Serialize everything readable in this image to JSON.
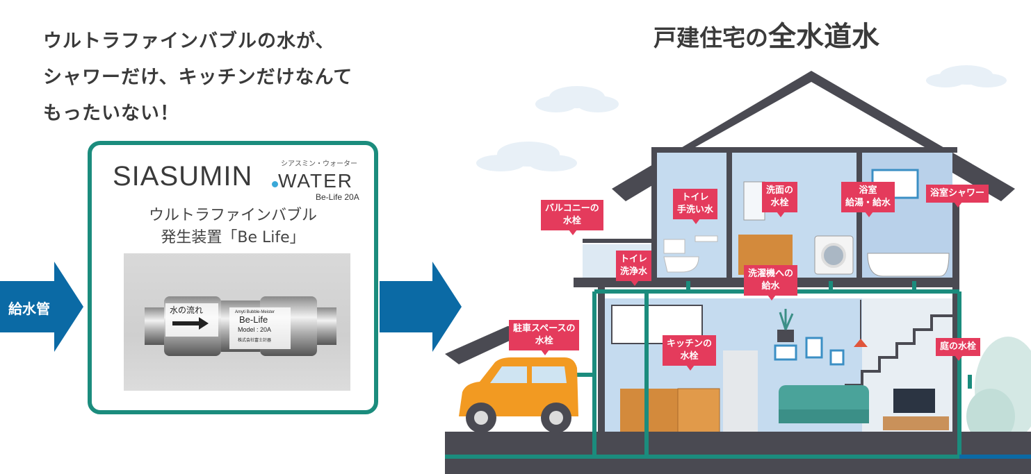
{
  "headline": {
    "line1": "ウルトラファインバブルの水が、",
    "line2": "シャワーだけ、キッチンだけなんて",
    "line3": "もったいない！"
  },
  "title_right": {
    "prefix": "戸建住宅の",
    "emphasis": "全水道水"
  },
  "inlet_label": "給水管",
  "device": {
    "brand": "SIASUMIN",
    "brand_kana": "シアスミン・ウォーター",
    "brand_water": "WATER",
    "model": "Be-Life 20A",
    "desc_line1": "ウルトラファインバブル",
    "desc_line2": "発生装置「Be Life」",
    "photo": {
      "flow_label": "水の流れ",
      "maker_small": "Amyti Bubble-Meister",
      "name": "Be-Life",
      "model": "Model : 20A",
      "company": "株式会社富士計器"
    }
  },
  "callouts": {
    "balcony": [
      "バルコニーの",
      "水栓"
    ],
    "toilet_hand": [
      "トイレ",
      "手洗い水"
    ],
    "washroom": [
      "洗面の",
      "水栓"
    ],
    "bath": [
      "浴室",
      "給湯・給水"
    ],
    "bath_shower": [
      "浴室シャワー"
    ],
    "toilet_flush": [
      "トイレ",
      "洗浄水"
    ],
    "washer": [
      "洗濯機への",
      "給水"
    ],
    "parking": [
      "駐車スペースの",
      "水栓"
    ],
    "kitchen": [
      "キッチンの",
      "水栓"
    ],
    "garden": [
      "庭の水栓"
    ]
  },
  "colors": {
    "arrow_blue": "#0b6aa5",
    "teal_pipe": "#1b8c7d",
    "callout_red": "#e43b5c",
    "house_frame": "#4a4a52",
    "room_blue": "#c5dbef"
  }
}
